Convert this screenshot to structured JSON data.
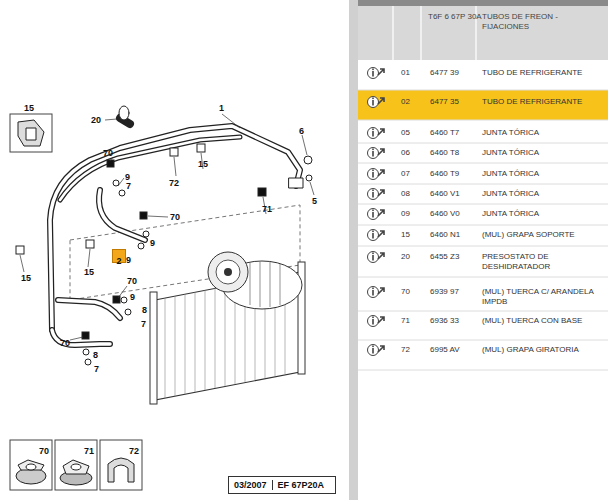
{
  "diagram": {
    "nodes": [
      {
        "text": [
          "2"
        ]
      },
      {
        "text": [
          "70"
        ]
      },
      {
        "text": [
          "71"
        ]
      },
      {
        "text": [
          "72"
        ]
      },
      {
        "text": [
          "03/2007",
          "EF 67P20A"
        ]
      }
    ],
    "labels": [
      "15",
      "20",
      "1",
      "6",
      "70",
      "9",
      "7",
      "72",
      "15",
      "5",
      "70",
      "71",
      "9",
      "9",
      "15",
      "15",
      "70",
      "9",
      "8",
      "7",
      "70",
      "8",
      "7",
      "T6F 6 67P 30A",
      "TUBOS DE FREON - FIJACIONES",
      "01",
      "6477 39",
      "TUBO DE REFRIGERANTE",
      "02",
      "6477 35",
      "TUBO DE REFRIGERANTE",
      "05",
      "6460 T7",
      "JUNTA TÓRICA",
      "06",
      "6460 T8",
      "JUNTA TÓRICA",
      "07",
      "6460 T9",
      "JUNTA TÓRICA",
      "08",
      "6460 V1",
      "JUNTA TÓRICA",
      "09",
      "6460 V0",
      "JUNTA TÓRICA",
      "15",
      "6460 N1",
      "(MUL) GRAPA SOPORTE",
      "20",
      "6455 Z3",
      "PRESOSTATO DE DESHIDRATADOR",
      "70",
      "6939 97",
      "(MUL) TUERCA C/ ARANDELA IMPDB",
      "71",
      "6936 33",
      "(MUL) TUERCA CON BASE",
      "72",
      "6995 AV",
      "(MUL) GRAPA GIRATORIA"
    ]
  }
}
